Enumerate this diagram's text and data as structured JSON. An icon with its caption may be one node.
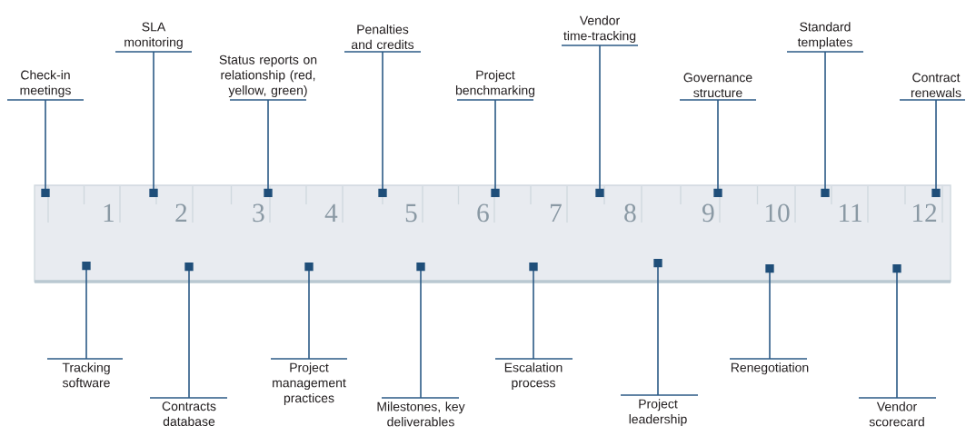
{
  "diagram": {
    "nodes": [
      {
        "text": [
          "Check-in meetings"
        ]
      },
      {
        "text": [
          "SLA monitoring"
        ]
      },
      {
        "text": [
          "Status reports on relationship (red, yellow, green)"
        ]
      },
      {
        "text": [
          "Penalties and credits"
        ]
      },
      {
        "text": [
          "Project benchmarking"
        ]
      },
      {
        "text": [
          "Vendor time-tracking"
        ]
      },
      {
        "text": [
          "Governance structure"
        ]
      },
      {
        "text": [
          "Standard templates"
        ]
      },
      {
        "text": [
          "Contract renewals"
        ]
      },
      {
        "text": [
          "Tracking software"
        ]
      },
      {
        "text": [
          "Contracts database"
        ]
      },
      {
        "text": [
          "Project management practices"
        ]
      },
      {
        "text": [
          "Milestones, key deliverables"
        ]
      },
      {
        "text": [
          "Escalation process"
        ]
      },
      {
        "text": [
          "Project leadership"
        ]
      },
      {
        "text": [
          "Renegotiation"
        ]
      },
      {
        "text": [
          "Vendor scorecard"
        ]
      },
      {
        "text": [],
        "shape": "ruler"
      }
    ],
    "edges": [
      {
        "from": 0,
        "to": 17,
        "arrow": "other"
      },
      {
        "from": 1,
        "to": 17,
        "arrow": "other"
      },
      {
        "from": 2,
        "to": 17,
        "arrow": "other"
      },
      {
        "from": 3,
        "to": 17,
        "arrow": "other"
      },
      {
        "from": 4,
        "to": 17,
        "arrow": "other"
      },
      {
        "from": 5,
        "to": 17,
        "arrow": "other"
      },
      {
        "from": 6,
        "to": 17,
        "arrow": "other"
      },
      {
        "from": 7,
        "to": 17,
        "arrow": "other"
      },
      {
        "from": 8,
        "to": 17,
        "arrow": "other"
      },
      {
        "from": 9,
        "to": 17,
        "arrow": "other"
      },
      {
        "from": 10,
        "to": 17,
        "arrow": "other"
      },
      {
        "from": 11,
        "to": 17,
        "arrow": "other"
      },
      {
        "from": 12,
        "to": 17,
        "arrow": "other"
      },
      {
        "from": 13,
        "to": 17,
        "arrow": "other"
      },
      {
        "from": 14,
        "to": 17,
        "arrow": "other"
      },
      {
        "from": 15,
        "to": 17,
        "arrow": "other"
      },
      {
        "from": 16,
        "to": 17,
        "arrow": "other"
      }
    ],
    "labels": [
      "1",
      "2",
      "3",
      "4",
      "5",
      "6",
      "7",
      "8",
      "9",
      "10",
      "11",
      "12"
    ]
  }
}
